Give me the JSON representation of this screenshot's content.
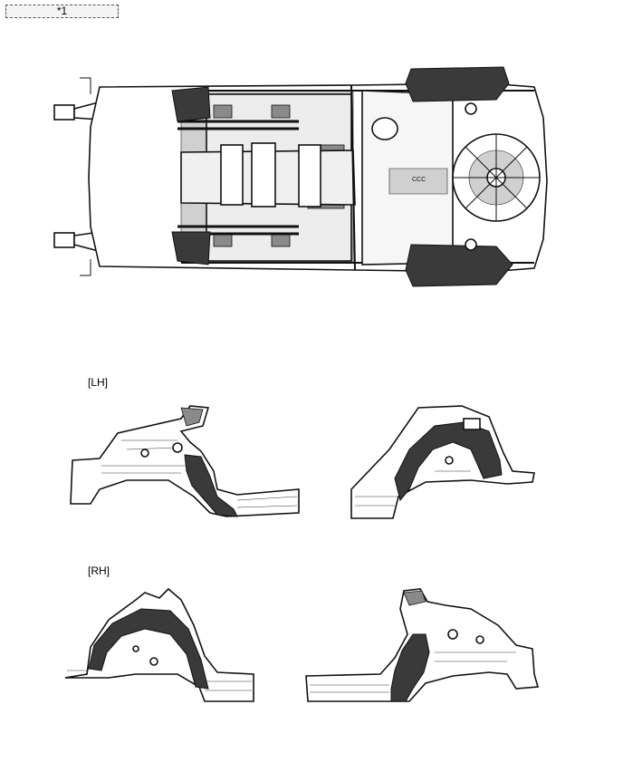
{
  "callout": {
    "label": "*1"
  },
  "sections": {
    "lh": {
      "label": "[LH]"
    },
    "rh": {
      "label": "[RH]"
    }
  },
  "colors": {
    "outline": "#111111",
    "highlight_dark": "#3a3a3a",
    "highlight_mid": "#8a8a8a",
    "background": "#ffffff"
  }
}
